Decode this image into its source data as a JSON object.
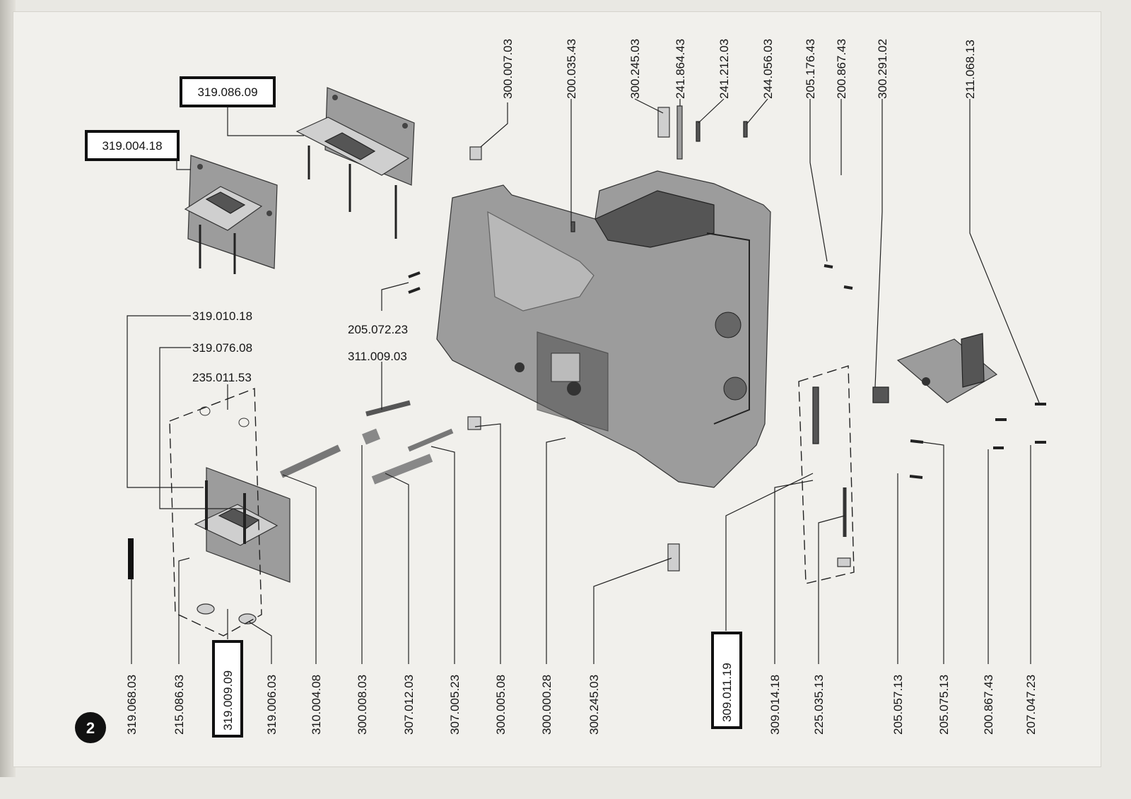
{
  "page": {
    "number": "2",
    "colors": {
      "paper": "#f1f0ec",
      "ink": "#151515",
      "part_shade": "#9c9c9c"
    }
  },
  "labels": {
    "top_vertical": [
      "300.007.03",
      "200.035.43",
      "300.245.03",
      "241.864.43",
      "241.212.03",
      "244.056.03",
      "205.176.43",
      "200.867.43",
      "300.291.02",
      "211.068.13"
    ],
    "bottom_vertical": [
      "319.068.03",
      "215.086.63",
      "319.009.09",
      "319.006.03",
      "310.004.08",
      "300.008.03",
      "307.012.03",
      "307.005.23",
      "300.005.08",
      "300.000.28",
      "300.245.03",
      "309.011.19",
      "309.014.18",
      "225.035.13",
      "205.057.13",
      "205.075.13",
      "200.867.43",
      "207.047.23"
    ],
    "horizontal": {
      "a": "319.010.18",
      "b": "319.076.08",
      "c": "235.011.53",
      "d": "205.072.23",
      "e": "311.009.03"
    },
    "boxed_top": {
      "a": "319.086.09",
      "b": "319.004.18"
    }
  }
}
